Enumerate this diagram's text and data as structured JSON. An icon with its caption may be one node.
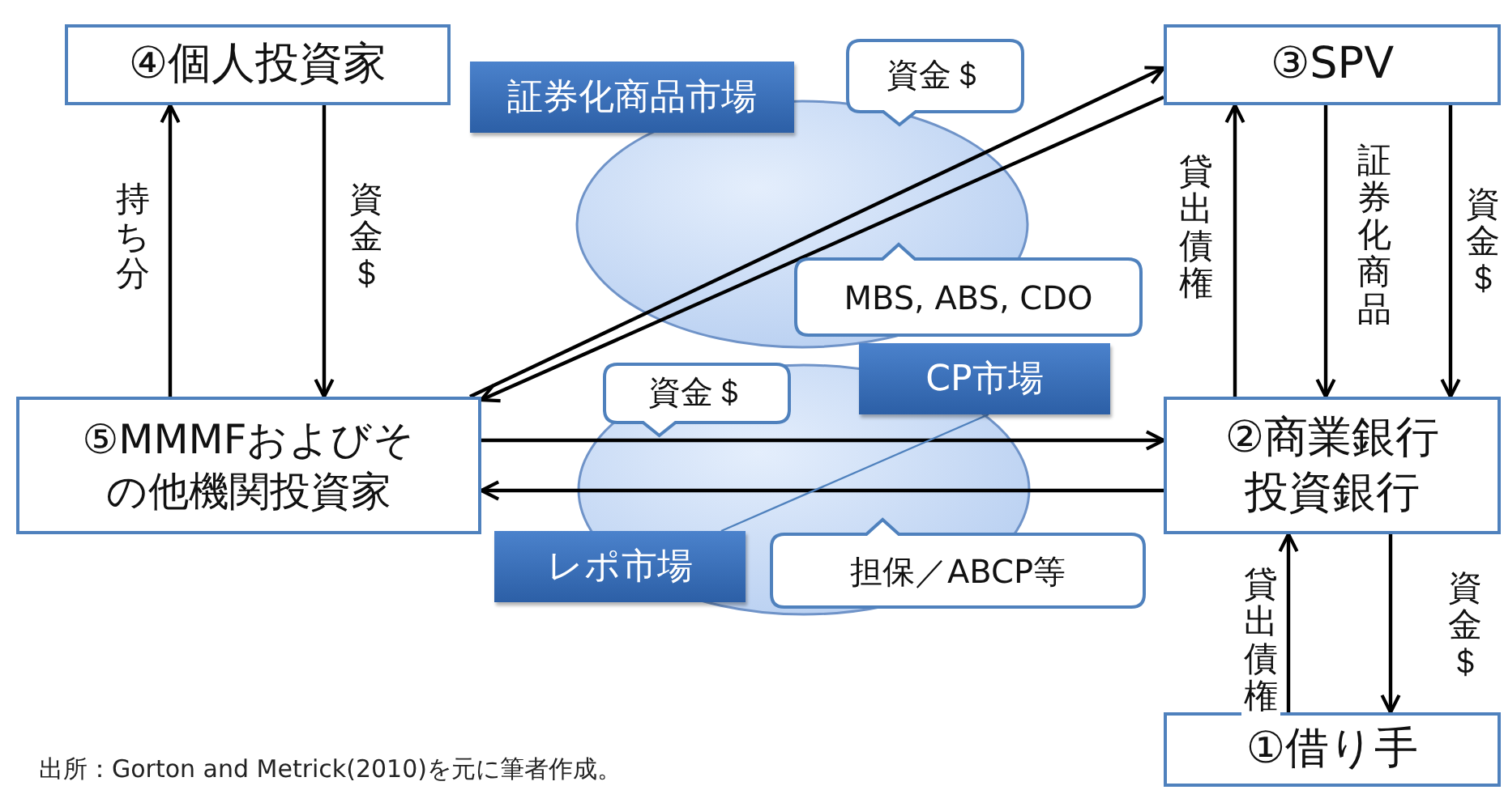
{
  "diagram": {
    "nodes": [
      {
        "text": [
          "④個人投資家"
        ]
      },
      {
        "text": [
          "証券化商品市場"
        ]
      },
      {
        "text": [
          "資金＄"
        ]
      },
      {
        "text": [
          "③SPV"
        ]
      },
      {
        "text": [
          "MBS, ABS, CDO"
        ]
      },
      {
        "text": [
          "資金＄"
        ]
      },
      {
        "text": [
          "CP市場"
        ]
      },
      {
        "text": [
          "⑤MMMFおよびその他機関投資家"
        ]
      },
      {
        "text": [
          "②商業銀行投資銀行"
        ]
      },
      {
        "text": [
          "レポ市場"
        ]
      },
      {
        "text": [
          "担保／ABCP等"
        ]
      },
      {
        "text": [
          "①借り手"
        ]
      }
    ],
    "edges": [
      {
        "from": 7,
        "to": 0,
        "arrow": "to",
        "label": "持ち分"
      },
      {
        "from": 0,
        "to": 7,
        "arrow": "to",
        "label": "資金＄"
      },
      {
        "from": 7,
        "to": 3,
        "arrow": "to"
      },
      {
        "from": 3,
        "to": 7,
        "arrow": "to"
      },
      {
        "from": 7,
        "to": 8,
        "arrow": "to"
      },
      {
        "from": 8,
        "to": 7,
        "arrow": "to"
      },
      {
        "from": 8,
        "to": 3,
        "arrow": "to",
        "label": "貸出債権"
      },
      {
        "from": 3,
        "to": 8,
        "arrow": "to",
        "label": "証券化商品"
      },
      {
        "from": 3,
        "to": 8,
        "arrow": "to",
        "label": "資金＄"
      },
      {
        "from": 11,
        "to": 8,
        "arrow": "to",
        "label": "貸出債権"
      },
      {
        "from": 8,
        "to": 11,
        "arrow": "to",
        "label": "資金＄"
      },
      {
        "from": 6,
        "to": 9,
        "arrow": "none",
        "color": "#4f81bd"
      }
    ],
    "labels": [
      "出所：Gorton and Metrick(2010)を元に筆者作成。"
    ]
  }
}
